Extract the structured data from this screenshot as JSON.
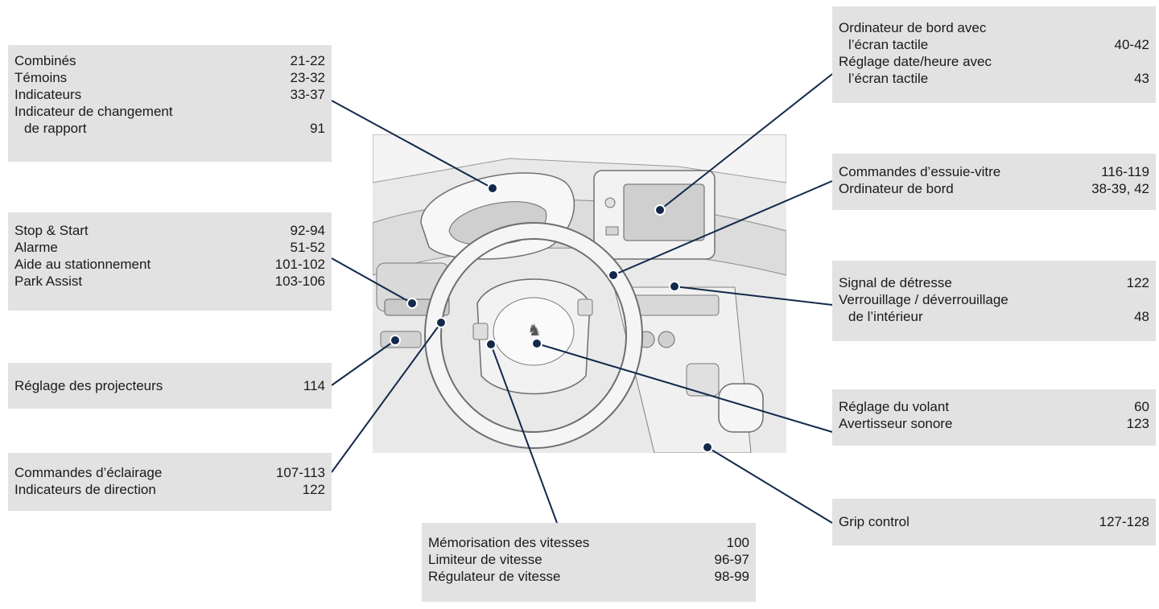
{
  "boxes": [
    {
      "rows": [
        {
          "label": "Combinés",
          "pages": "21-22"
        },
        {
          "label": "Témoins",
          "pages": "23-32"
        },
        {
          "label": "Indicateurs",
          "pages": "33-37"
        },
        {
          "label": "Indicateur de changement",
          "pages": ""
        },
        {
          "label": "de rapport",
          "pages": "91"
        }
      ]
    },
    {
      "rows": [
        {
          "label": "Stop & Start",
          "pages": "92-94"
        },
        {
          "label": "Alarme",
          "pages": "51-52"
        },
        {
          "label": "Aide au stationnement",
          "pages": "101-102"
        },
        {
          "label": "Park Assist",
          "pages": "103-106"
        }
      ]
    },
    {
      "rows": [
        {
          "label": "Réglage des projecteurs",
          "pages": "114"
        }
      ]
    },
    {
      "rows": [
        {
          "label": "Commandes d’éclairage",
          "pages": "107-113"
        },
        {
          "label": "Indicateurs de direction",
          "pages": "122"
        }
      ]
    },
    {
      "rows": [
        {
          "label": "Mémorisation des vitesses",
          "pages": "100"
        },
        {
          "label": "Limiteur de vitesse",
          "pages": "96-97"
        },
        {
          "label": "Régulateur de vitesse",
          "pages": "98-99"
        }
      ]
    },
    {
      "rows": [
        {
          "label": "Ordinateur de bord avec",
          "pages": ""
        },
        {
          "label": "l’écran tactile",
          "pages": "40-42"
        },
        {
          "label": "Réglage date/heure avec",
          "pages": ""
        },
        {
          "label": "l’écran tactile",
          "pages": "43"
        }
      ]
    },
    {
      "rows": [
        {
          "label": "Commandes d’essuie-vitre",
          "pages": "116-119"
        },
        {
          "label": "Ordinateur de bord",
          "pages": "38-39, 42"
        }
      ]
    },
    {
      "rows": [
        {
          "label": "Signal de détresse",
          "pages": "122"
        },
        {
          "label": "Verrouillage / déverrouillage",
          "pages": ""
        },
        {
          "label": "de l’intérieur",
          "pages": "48"
        }
      ]
    },
    {
      "rows": [
        {
          "label": "Réglage du volant",
          "pages": "60"
        },
        {
          "label": "Avertisseur sonore",
          "pages": "123"
        }
      ]
    },
    {
      "rows": [
        {
          "label": "Grip control",
          "pages": "127-128"
        }
      ]
    }
  ],
  "colors": {
    "box_bg": "#e2e2e2",
    "leader_line": "#13294b",
    "text": "#1a1a1a"
  }
}
